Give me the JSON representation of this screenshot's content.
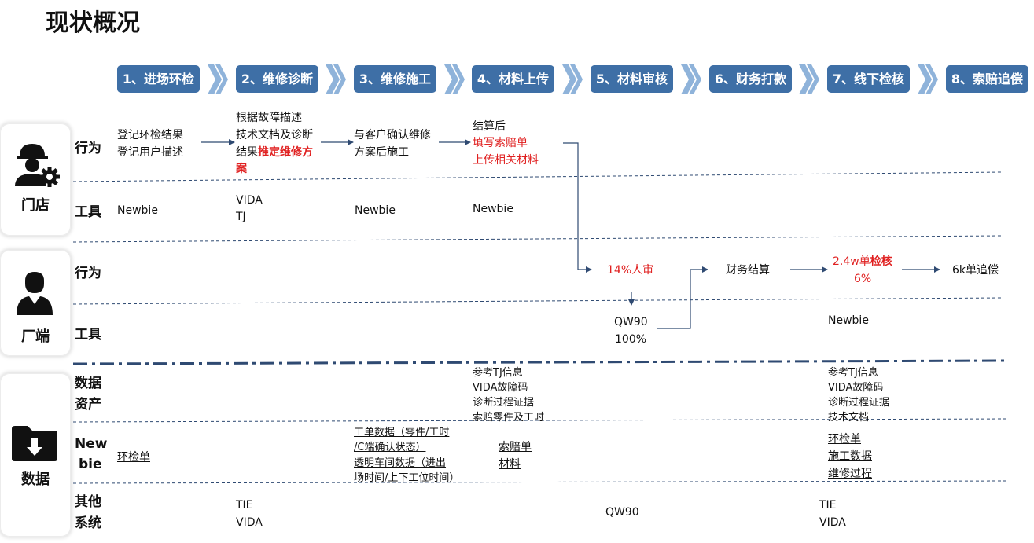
{
  "title": "现状概况",
  "steps": [
    "1、进场环检",
    "2、维修诊断",
    "3、维修施工",
    "4、材料上传",
    "5、材料审核",
    "6、财务打款",
    "7、线下检核",
    "8、索赔追偿"
  ],
  "sections": {
    "store": "门店",
    "factory": "厂端",
    "data": "数据"
  },
  "row_labels": {
    "store_behavior": "行为",
    "store_tool": "工具",
    "factory_behavior": "行为",
    "factory_tool": "工具",
    "data_assets_1": "数据",
    "data_assets_2": "资产",
    "newbie_1": "New",
    "newbie_2": "bie",
    "other_1": "其他",
    "other_2": "系统"
  },
  "store_behavior": {
    "s1_l1": "登记环检结果",
    "s1_l2": "登记用户描述",
    "s2_l1": "根据故障描述",
    "s2_l2": "技术文档及诊断",
    "s2_l3a": "结果",
    "s2_l3b": "推定维修方",
    "s2_l4": "案",
    "s3_l1": "与客户确认维修",
    "s3_l2": "方案后施工",
    "s4_l1": "结算后",
    "s4_l2": "填写索赔单",
    "s4_l3": "上传相关材料"
  },
  "store_tool": {
    "s1": "Newbie",
    "s2_l1": "VIDA",
    "s2_l2": "TJ",
    "s3": "Newbie",
    "s4": "Newbie"
  },
  "factory_behavior": {
    "s5": "14%人审",
    "s6": "财务结算",
    "s7_a": "2.4w单",
    "s7_b": "检核",
    "s7_c": "6%",
    "s8": "6k单追偿"
  },
  "factory_tool": {
    "s5_l1": "QW90",
    "s5_l2": "100%",
    "s7": "Newbie"
  },
  "data_assets": {
    "s4": [
      "参考TJ信息",
      "VIDA故障码",
      "诊断过程证据",
      "索赔零件及工时"
    ],
    "s7": [
      "参考TJ信息",
      "VIDA故障码",
      "诊断过程证据",
      "技术文档"
    ]
  },
  "newbie_data": {
    "s1": "环检单",
    "s3": [
      "工单数据（零件/工时",
      "/C端确认状态）",
      "透明车间数据（进出",
      "场时间/上下工位时间）"
    ],
    "s4": [
      "索赔单",
      "材料"
    ],
    "s7": [
      "环检单",
      "施工数据",
      "维修过程"
    ]
  },
  "other_systems": {
    "s2": [
      "TIE",
      "VIDA"
    ],
    "s5": "QW90",
    "s7": [
      "TIE",
      "VIDA"
    ]
  },
  "colors": {
    "step_bg": "#3E6FA6",
    "chevron": "#8FB3DA",
    "highlight": "#E02020",
    "line": "#2F4A72"
  },
  "icons": [
    "worker-gear-icon",
    "person-icon",
    "download-folder-icon",
    "chevron-right-icon"
  ]
}
